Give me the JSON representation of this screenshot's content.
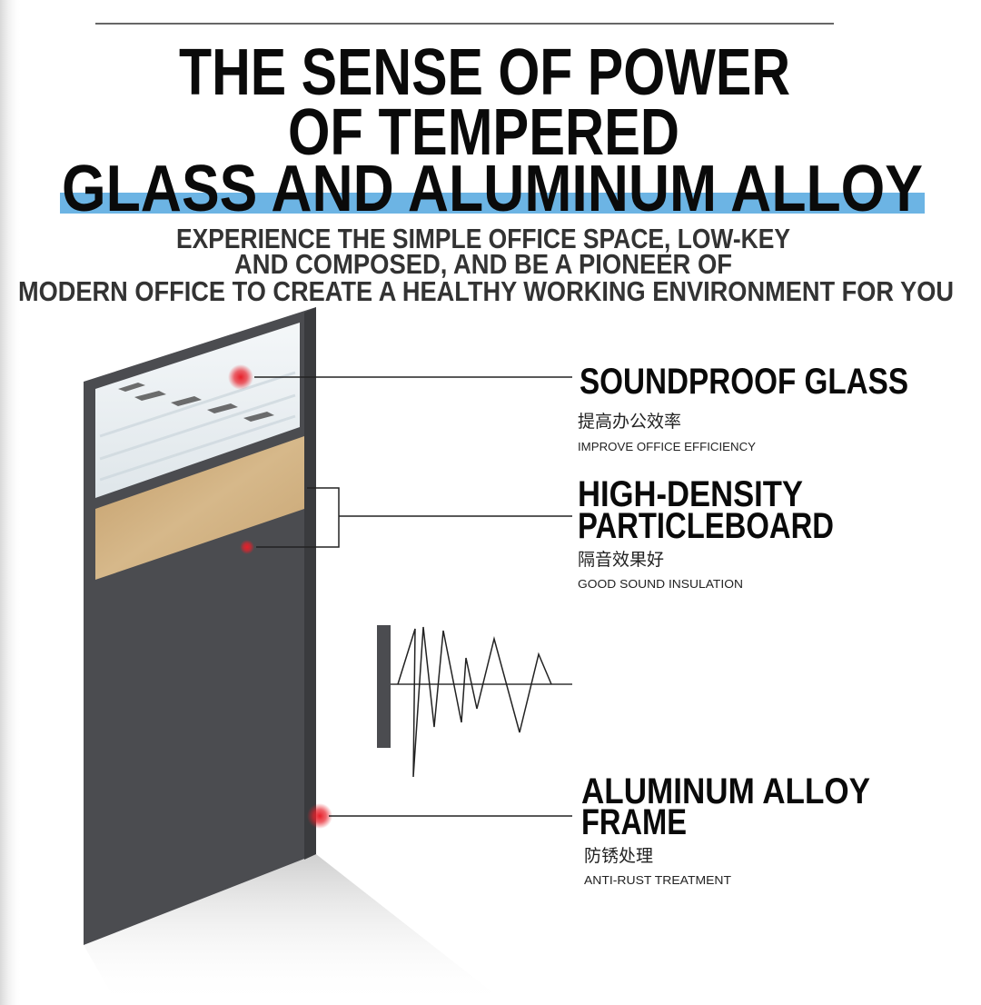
{
  "title": {
    "line1": "THE SENSE OF POWER",
    "line2": "OF TEMPERED",
    "line3": "GLASS AND ALUMINUM ALLOY"
  },
  "subtitle": {
    "line1": "EXPERIENCE THE SIMPLE OFFICE SPACE, LOW-KEY",
    "line2": "AND COMPOSED, AND BE A PIONEER OF",
    "line3": "MODERN OFFICE TO CREATE A HEALTHY WORKING ENVIRONMENT FOR YOU"
  },
  "features": [
    {
      "title1": "SOUNDPROOF GLASS",
      "cn": "提高办公效率",
      "en": "IMPROVE OFFICE EFFICIENCY"
    },
    {
      "title1": "HIGH-DENSITY",
      "title2": "PARTICLEBOARD",
      "cn": "隔音效果好",
      "en": "GOOD SOUND INSULATION"
    },
    {
      "title1": "ALUMINUM ALLOY",
      "title2": "FRAME",
      "cn": "防锈处理",
      "en": "ANTI-RUST TREATMENT"
    }
  ],
  "colors": {
    "accent_bar": "#6cb4e4",
    "marker": "#e8202a",
    "panel": "#4b4c50",
    "wood": "#c9a877"
  }
}
